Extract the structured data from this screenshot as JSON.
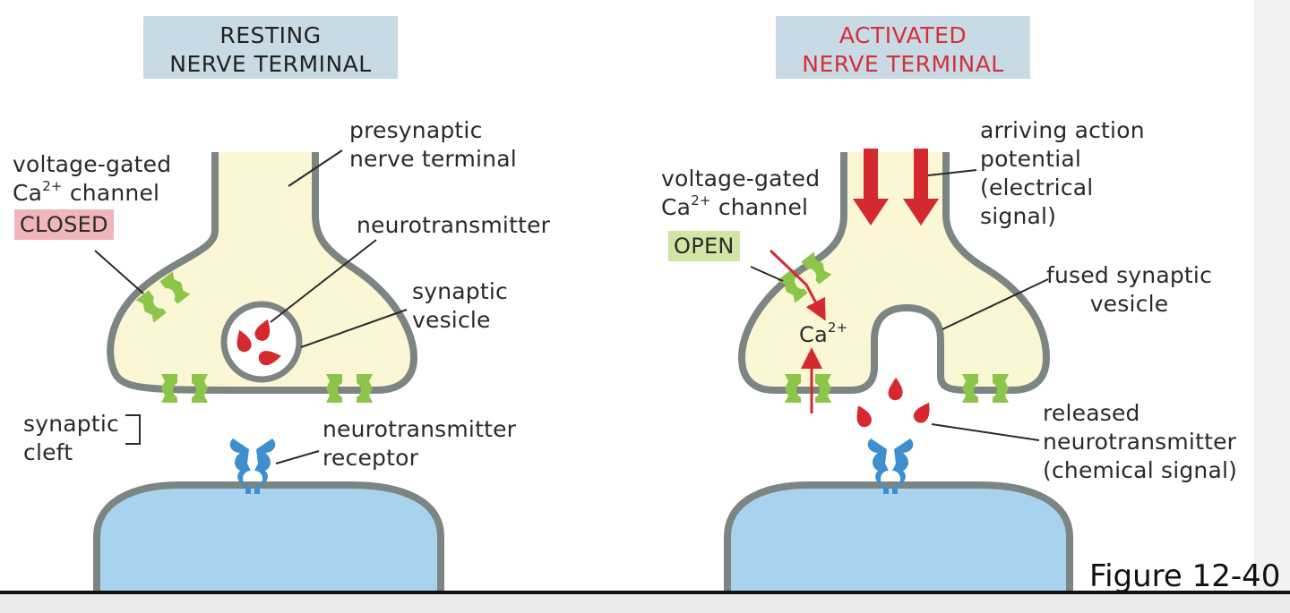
{
  "left_panel": {
    "title_line1": "RESTING",
    "title_line2": "NERVE TERMINAL",
    "channel_label_line1": "voltage-gated",
    "channel_label_ca": "Ca",
    "channel_label_sup": "2+",
    "channel_label_rest": " channel",
    "channel_state": "CLOSED",
    "presynaptic_line1": "presynaptic",
    "presynaptic_line2": "nerve terminal",
    "neurotransmitter": "neurotransmitter",
    "vesicle_line1": "synaptic",
    "vesicle_line2": "vesicle",
    "cleft_line1": "synaptic",
    "cleft_line2": "cleft",
    "receptor_line1": "neurotransmitter",
    "receptor_line2": "receptor"
  },
  "right_panel": {
    "title_line1": "ACTIVATED",
    "title_line2": "NERVE TERMINAL",
    "channel_label_line1": "voltage-gated",
    "channel_label_ca": "Ca",
    "channel_label_sup": "2+",
    "channel_label_rest": " channel",
    "channel_state": "OPEN",
    "action_line1": "arriving action",
    "action_line2": "potential",
    "action_line3": "(electrical",
    "action_line4": "signal)",
    "fused_line1": "fused synaptic",
    "fused_line2": "vesicle",
    "ion_ca": "Ca",
    "ion_sup": "2+",
    "released_line1": "released",
    "released_line2": "neurotransmitter",
    "released_line3": "(chemical signal)"
  },
  "figure_label": "Figure 12-40",
  "colors": {
    "terminal_fill": "#fbf6d4",
    "membrane": "#7d8582",
    "channel": "#8dc44a",
    "receptor": "#3f8fcf",
    "postsynaptic_fill": "#a8d3ef",
    "neurotransmitter": "#d42a2f",
    "title_box": "#c8dbe5"
  }
}
